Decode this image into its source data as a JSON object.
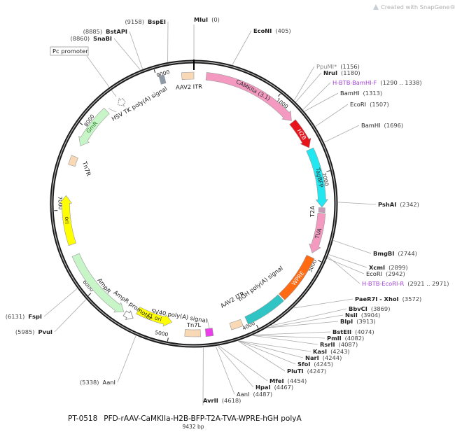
{
  "watermark": {
    "text": "Created with SnapGene®",
    "icon": "snapgene-logo-icon"
  },
  "plasmid": {
    "id": "PT-0518",
    "name": "PFD-rAAV-CaMKIIa-H2B-BFP-T2A-TVA-WPRE-hGH polyA",
    "length_bp": 9432,
    "length_label": "9432 bp"
  },
  "tick_labels": [
    "1000",
    "2000",
    "3000",
    "4000",
    "5000",
    "6000",
    "7000",
    "8000",
    "9000"
  ],
  "features": [
    {
      "label": "AAV2 ITR",
      "start": 9290,
      "end": 9432,
      "color": "#f9d9b5",
      "dir": "none"
    },
    {
      "label": "CAMKIIa (3.1)",
      "start": 145,
      "end": 1300,
      "color": "#f49ac1",
      "dir": "cw",
      "text_color": "#333333"
    },
    {
      "label": "H2B",
      "start": 1320,
      "end": 1680,
      "color": "#e8141b",
      "dir": "cw",
      "text_color": "#ffffff"
    },
    {
      "label": "TagBFP",
      "start": 1700,
      "end": 2400,
      "color": "#22e6f0",
      "dir": "cw",
      "text_color": "#333333"
    },
    {
      "label": "T2A",
      "start": 2405,
      "end": 2460,
      "color": "#c99ab8",
      "dir": "none"
    },
    {
      "label": "TVA",
      "start": 2470,
      "end": 2950,
      "color": "#f49ac1",
      "dir": "cw",
      "text_color": "#333333"
    },
    {
      "label": "WPRE",
      "start": 3000,
      "end": 3580,
      "color": "#ff6a13",
      "dir": "none",
      "text_color": "#ffffff"
    },
    {
      "label": "hGH poly(A) signal",
      "start": 3595,
      "end": 4080,
      "color": "#30c4c4",
      "dir": "none"
    },
    {
      "label": "AAV2 ITR",
      "start": 4140,
      "end": 4280,
      "color": "#f9d9b5",
      "dir": "none"
    },
    {
      "label": "SV40 poly(A) signal",
      "start": 4495,
      "end": 4580,
      "color": "#ea3fe8",
      "dir": "none"
    },
    {
      "label": "Tn7L",
      "start": 4640,
      "end": 4820,
      "color": "#f9d9b5",
      "dir": "none"
    },
    {
      "label": "f1 ori",
      "start": 4990,
      "end": 5440,
      "color": "#ffff00",
      "dir": "ccw",
      "text_color": "#333333"
    },
    {
      "label": "AmpR promoter",
      "start": 5450,
      "end": 5560,
      "color": "#ffffff",
      "dir": "ccw"
    },
    {
      "label": "AmpR",
      "start": 5580,
      "end": 6460,
      "color": "#c8f5c8",
      "dir": "ccw"
    },
    {
      "label": "ori",
      "start": 6590,
      "end": 7170,
      "color": "#ffff00",
      "dir": "cw",
      "text_color": "#333333"
    },
    {
      "label": "Tn7R",
      "start": 7530,
      "end": 7640,
      "color": "#f9d9b5",
      "dir": "none"
    },
    {
      "label": "GmR",
      "start": 7780,
      "end": 8300,
      "color": "#c8f5c8",
      "dir": "ccw",
      "text_color": "#2a7a2a"
    },
    {
      "label": "Pc promoter",
      "start": 8450,
      "end": 8540,
      "color": "#ffffff",
      "dir": "ccw"
    },
    {
      "label": "HSV TK poly(A) signal",
      "start": 9030,
      "end": 9090,
      "color": "#8f9aa8",
      "dir": "none"
    }
  ],
  "sites": [
    {
      "name": "MluI",
      "pos": "(0)",
      "bold": true
    },
    {
      "name": "EcoNI",
      "pos": "(405)",
      "bold": true
    },
    {
      "name": "PpuMI*",
      "pos": "(1156)",
      "bold": false,
      "color": "#888888"
    },
    {
      "name": "NruI",
      "pos": "(1180)",
      "bold": true
    },
    {
      "name": "H-BTB-BamHI-F",
      "pos": "(1290 .. 1338)",
      "bold": false,
      "color": "#a040d0"
    },
    {
      "name": "BamHI",
      "pos": "(1313)",
      "bold": false
    },
    {
      "name": "EcoRI",
      "pos": "(1507)",
      "bold": false
    },
    {
      "name": "BamHI",
      "pos": "(1696)",
      "bold": false
    },
    {
      "name": "PshAI",
      "pos": "(2342)",
      "bold": true
    },
    {
      "name": "BmgBI",
      "pos": "(2744)",
      "bold": true
    },
    {
      "name": "XcmI",
      "pos": "(2899)",
      "bold": true
    },
    {
      "name": "EcoRI",
      "pos": "(2942)",
      "bold": false
    },
    {
      "name": "H-BTB-EcoRI-R",
      "pos": "(2921 .. 2971)",
      "bold": false,
      "color": "#a040d0"
    },
    {
      "name": "PaeR7I - XhoI",
      "pos": "(3572)",
      "bold": true
    },
    {
      "name": "BbvCI",
      "pos": "(3869)",
      "bold": true
    },
    {
      "name": "NsiI",
      "pos": "(3904)",
      "bold": true
    },
    {
      "name": "BlpI",
      "pos": "(3913)",
      "bold": true
    },
    {
      "name": "BstEII",
      "pos": "(4074)",
      "bold": true
    },
    {
      "name": "PmlI",
      "pos": "(4082)",
      "bold": true
    },
    {
      "name": "RsrII",
      "pos": "(4087)",
      "bold": true
    },
    {
      "name": "KasI",
      "pos": "(4243)",
      "bold": true
    },
    {
      "name": "NarI",
      "pos": "(4244)",
      "bold": true
    },
    {
      "name": "SfoI",
      "pos": "(4245)",
      "bold": true
    },
    {
      "name": "PluTI",
      "pos": "(4247)",
      "bold": true
    },
    {
      "name": "MfeI",
      "pos": "(4454)",
      "bold": true
    },
    {
      "name": "HpaI",
      "pos": "(4467)",
      "bold": true
    },
    {
      "name": "AanI",
      "pos": "(4487)",
      "bold": false
    },
    {
      "name": "AvrII",
      "pos": "(4618)",
      "bold": true
    },
    {
      "name": "AanI",
      "pos": "(5338)",
      "bold": false
    },
    {
      "name": "PvuI",
      "pos": "(5985)",
      "bold": true
    },
    {
      "name": "FspI",
      "pos": "(6131)",
      "bold": true
    },
    {
      "name": "SnaBI",
      "pos": "(8860)",
      "bold": true
    },
    {
      "name": "BstAPI",
      "pos": "(8885)",
      "bold": true
    },
    {
      "name": "BspEI",
      "pos": "(9158)",
      "bold": true
    }
  ]
}
